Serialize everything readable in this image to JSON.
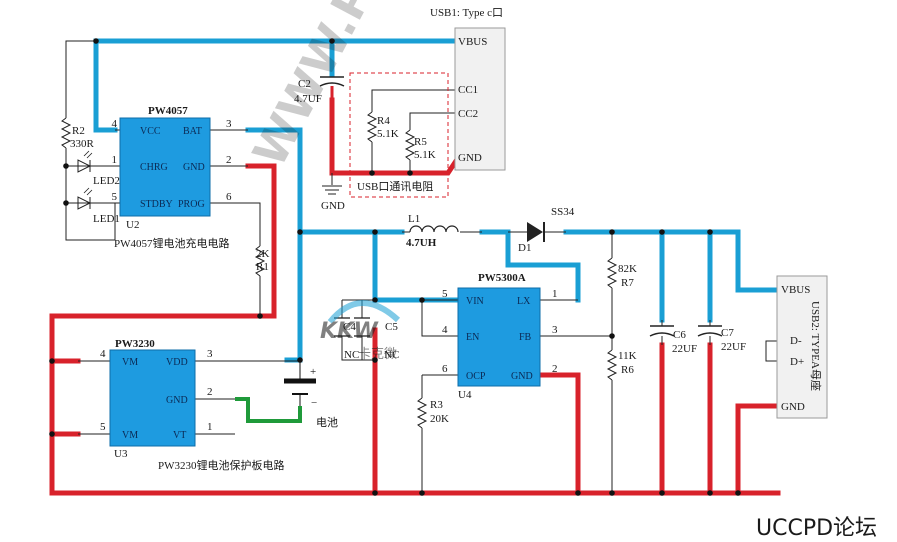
{
  "watermark": {
    "text": "UCCPD论坛",
    "logo": "KKW",
    "logo_sub": "卡克微",
    "diag": "WWW.PW"
  },
  "usb1": {
    "title": "USB1: Type c口",
    "pins": [
      "VBUS",
      "CC1",
      "CC2",
      "GND"
    ],
    "cc_box_label": "USB口通讯电阻"
  },
  "usb2": {
    "title": "USB2: TYPEA母座",
    "pins": [
      "VBUS",
      "D-",
      "D+",
      "GND"
    ]
  },
  "u2": {
    "name": "PW4057",
    "ref": "U2",
    "caption": "PW4057锂电池充电电路",
    "left_pins": [
      {
        "num": "4",
        "name": "VCC"
      },
      {
        "num": "1",
        "name": "CHRG"
      },
      {
        "num": "5",
        "name": "STDBY"
      }
    ],
    "right_pins": [
      {
        "num": "3",
        "name": "BAT"
      },
      {
        "num": "2",
        "name": "GND"
      },
      {
        "num": "6",
        "name": "PROG"
      }
    ]
  },
  "u3": {
    "name": "PW3230",
    "ref": "U3",
    "caption": "PW3230锂电池保护板电路",
    "left_pins": [
      {
        "num": "4",
        "name": "VM"
      },
      {
        "num": "5",
        "name": "VM"
      }
    ],
    "right_pins": [
      {
        "num": "3",
        "name": "VDD"
      },
      {
        "num": "2",
        "name": "GND"
      },
      {
        "num": "1",
        "name": "VT"
      }
    ]
  },
  "u4": {
    "name": "PW5300A",
    "ref": "U4",
    "left_pins": [
      {
        "num": "5",
        "name": "VIN"
      },
      {
        "num": "4",
        "name": "EN"
      },
      {
        "num": "6",
        "name": "OCP"
      }
    ],
    "right_pins": [
      {
        "num": "1",
        "name": "LX"
      },
      {
        "num": "3",
        "name": "FB"
      },
      {
        "num": "2",
        "name": "GND"
      }
    ]
  },
  "parts": {
    "c2": {
      "ref": "C2",
      "value": "4.7UF"
    },
    "r4": {
      "ref": "R4",
      "value": "5.1K"
    },
    "r5": {
      "ref": "R5",
      "value": "5.1K"
    },
    "r2": {
      "ref": "R2",
      "value": "330R"
    },
    "led2": {
      "ref": "LED2"
    },
    "led1": {
      "ref": "LED1"
    },
    "r1": {
      "ref": "R1",
      "value": "2K"
    },
    "l1": {
      "ref": "L1",
      "value": "4.7UH"
    },
    "d1": {
      "ref": "D1",
      "value": "SS34"
    },
    "r7": {
      "ref": "R7",
      "value": "82K"
    },
    "r6": {
      "ref": "R6",
      "value": "11K"
    },
    "r3": {
      "ref": "R3",
      "value": "20K"
    },
    "c4": {
      "ref": "C4",
      "value": "NC"
    },
    "c5": {
      "ref": "C5",
      "value": "NC"
    },
    "c6": {
      "ref": "C6",
      "value": "22UF"
    },
    "c7": {
      "ref": "C7",
      "value": "22UF"
    },
    "gnd_label": "GND",
    "battery": {
      "label": "电池",
      "plus": "+",
      "minus": "−"
    }
  },
  "colors": {
    "positive_rail": "#1a9fd4",
    "ground_rail": "#d8222b",
    "green_link": "#1f9a3a",
    "chip_fill": "#1e9be0",
    "wire": "#222222",
    "watermark": "#e8c400"
  }
}
